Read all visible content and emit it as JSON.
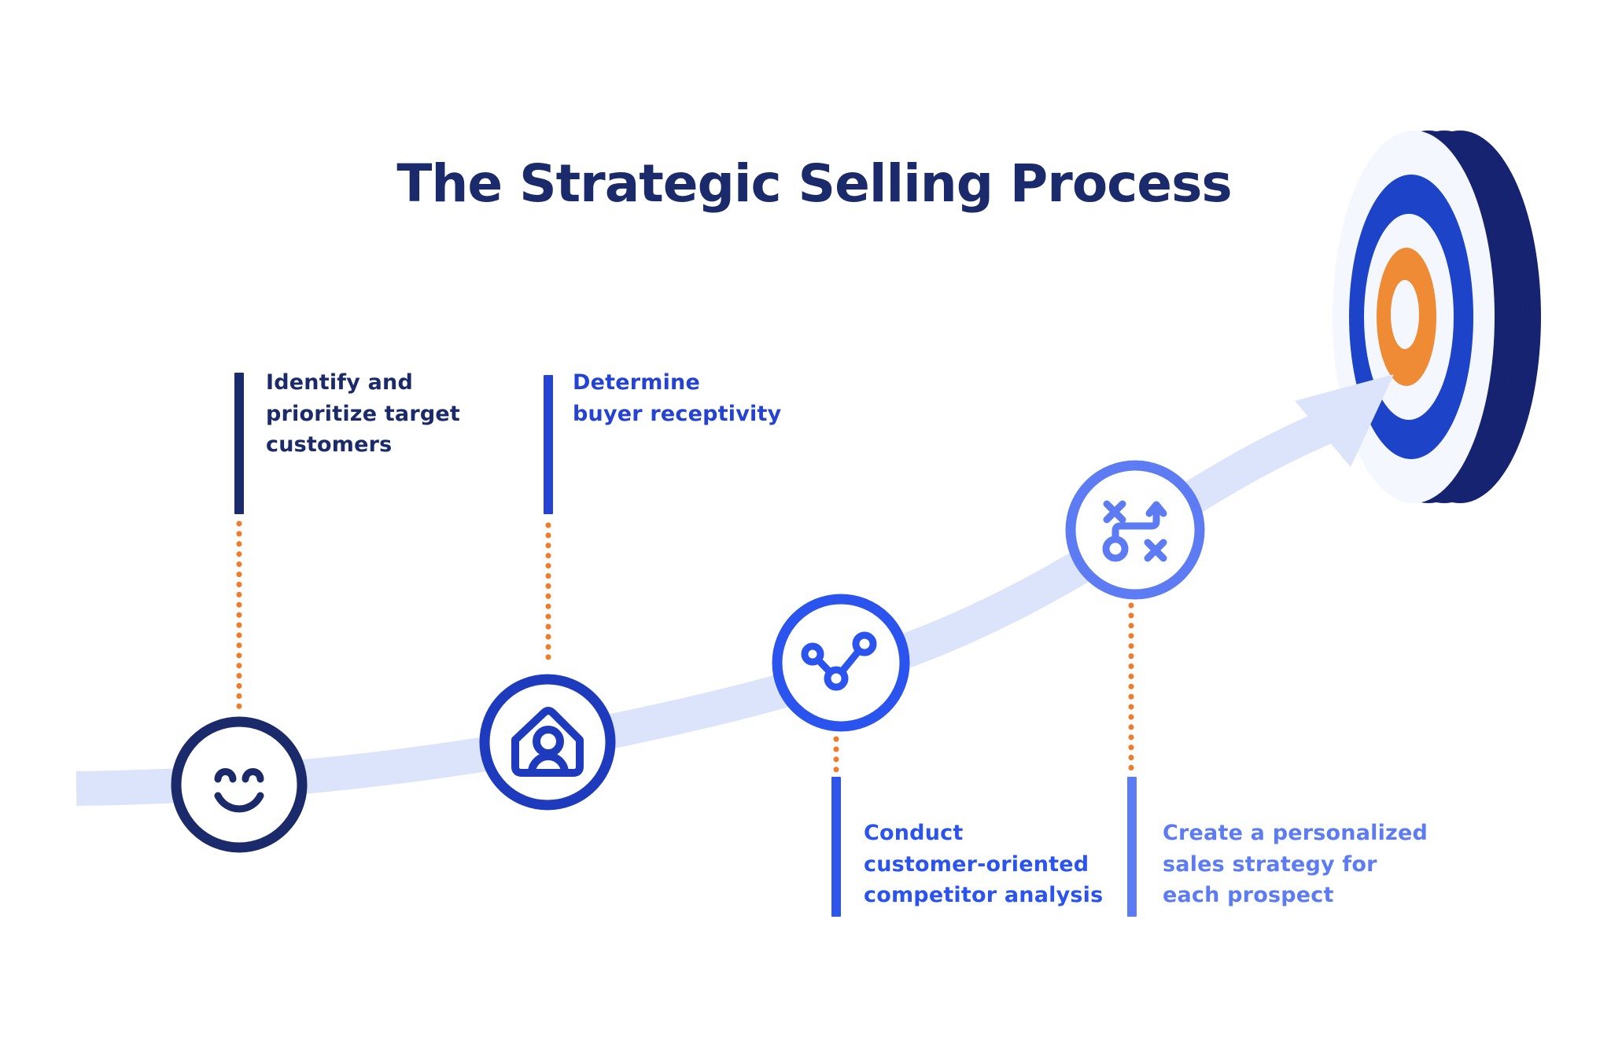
{
  "title": "The Strategic Selling Process",
  "steps": [
    {
      "id": 1,
      "icon": "smiley-face-icon",
      "lines": [
        "Identify and",
        "prioritize target",
        "customers"
      ],
      "accent_color": "#1b2a6b"
    },
    {
      "id": 2,
      "icon": "home-user-icon",
      "lines": [
        "Determine",
        "buyer receptivity"
      ],
      "accent_color": "#2443d2"
    },
    {
      "id": 3,
      "icon": "network-chart-icon",
      "lines": [
        "Conduct",
        "customer-oriented",
        "competitor analysis"
      ],
      "accent_color": "#2b53ee"
    },
    {
      "id": 4,
      "icon": "strategy-play-icon",
      "lines": [
        "Create a personalized",
        "sales strategy for",
        "each prospect"
      ],
      "accent_color": "#5d7cf3"
    }
  ],
  "connector": {
    "style": "orange-dotted-line",
    "dot_color": "#ee7c2b"
  },
  "arrow": {
    "name": "growth-arrow",
    "color": "#dce4fb"
  },
  "target": {
    "name": "bullseye-target",
    "rim_color": "#152371",
    "ring_light_color": "#f4f7fd",
    "ring_blue_color": "#1c43c8",
    "bullseye_color": "#ee8b34"
  }
}
